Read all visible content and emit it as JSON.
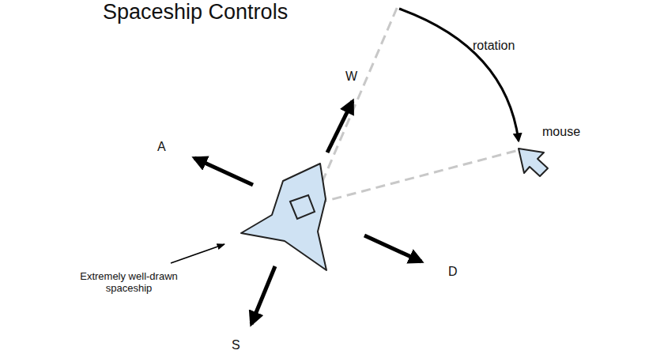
{
  "diagram": {
    "title": "Spaceship Controls",
    "labels": [
      "W",
      "A",
      "D",
      "S",
      "rotation",
      "mouse",
      "Extremely well-drawn spaceship"
    ]
  }
}
